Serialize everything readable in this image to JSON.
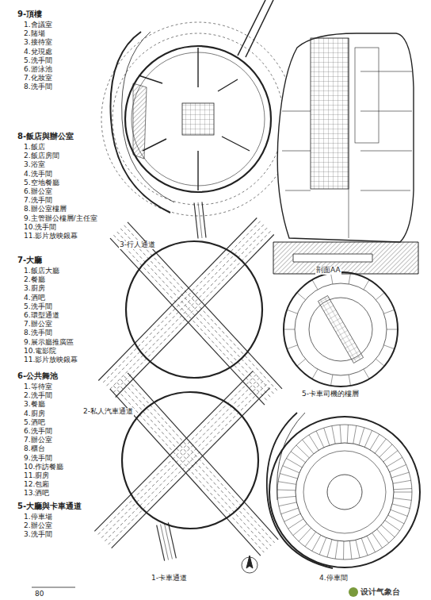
{
  "diagram": {
    "labels": [
      "9-頂樓",
      "1.會議室",
      "2.賭場",
      "3.接待室",
      "4.兌現處",
      "5.洗手間",
      "6.游泳池",
      "7.化妝室",
      "8.洗手間",
      "8-飯店與辦公室",
      "1.飯店",
      "2.飯店房間",
      "3.浴室",
      "4.洗手間",
      "5.空地餐廳",
      "6.辦公室",
      "7.洗手間",
      "8.辦公室樓層",
      "9.主管辦公樓層/主任室",
      "10.洗手間",
      "11.影片放映銀幕",
      "3-行人通道",
      "7-大廳",
      "1.飯店大廳",
      "2.餐廳",
      "3.廚房",
      "4.酒吧",
      "5.洗手間",
      "6.環型通道",
      "7.辦公室",
      "8.洗手間",
      "9.展示廳推廣區",
      "10.電影院",
      "11.影片放映銀幕",
      "剖面AA",
      "5-卡車司機的樓層",
      "2-私人汽車通道",
      "6-公共舞池",
      "1.等待室",
      "2.洗手間",
      "3.餐廳",
      "4.廚房",
      "5.酒吧",
      "6.洗手間",
      "7.辦公室",
      "8.櫃台",
      "9.洗手間",
      "10.作訪餐廳",
      "11.廚房",
      "12.包廂",
      "13.酒吧",
      "5-大廳與卡車通道",
      "1.停車場",
      "2.辦公室",
      "3.洗手間",
      "1-卡車通道",
      "4.停車間",
      "80",
      "设计气象台"
    ]
  }
}
